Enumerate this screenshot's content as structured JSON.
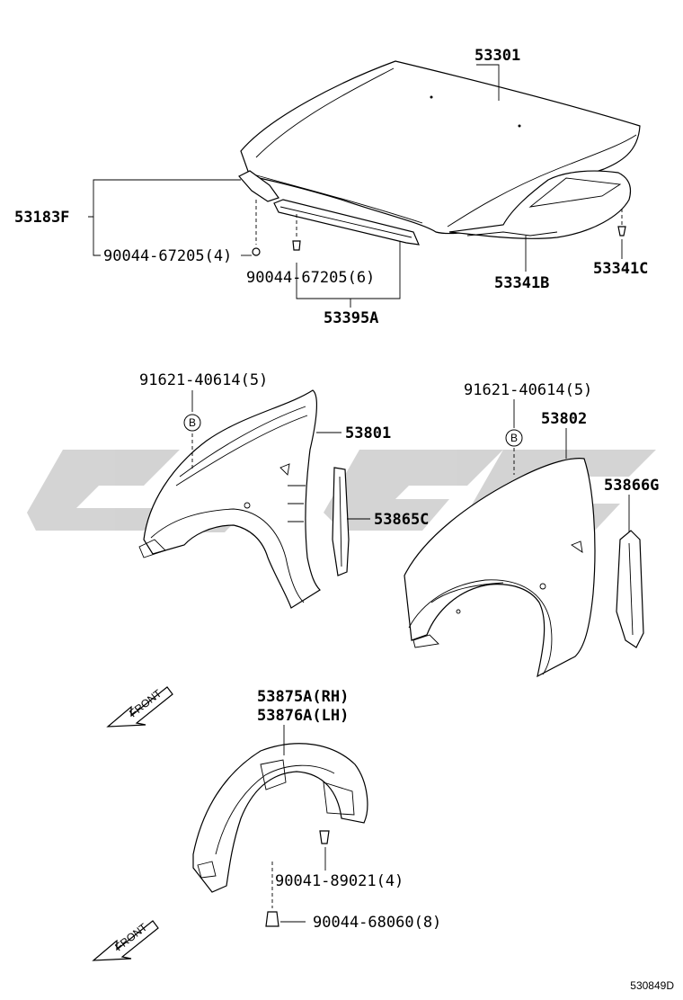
{
  "watermark": {
    "color": "#c8c8c8"
  },
  "labels": {
    "hood": "53301",
    "hood_hinge_bracket": "53183F",
    "hood_bracket_bolt": "90044-67205(4)",
    "seal_clip": "90044-67205(6)",
    "hood_seal": "53395A",
    "hood_insulator": "53341B",
    "insulator_clip": "53341C",
    "fender_bolt_rh": "91621-40614(5)",
    "fender_rh": "53801",
    "fender_seal_rh": "53865C",
    "fender_bolt_lh": "91621-40614(5)",
    "fender_lh": "53802",
    "fender_seal_lh": "53866G",
    "liner_rh": "53875A(RH)",
    "liner_lh": "53876A(LH)",
    "liner_screw": "90041-89021(4)",
    "liner_clip": "90044-68060(8)",
    "circle_b_1": "B",
    "circle_b_2": "B",
    "front_1": "FRONT",
    "front_2": "FRONT",
    "diagram_code": "530849D"
  }
}
